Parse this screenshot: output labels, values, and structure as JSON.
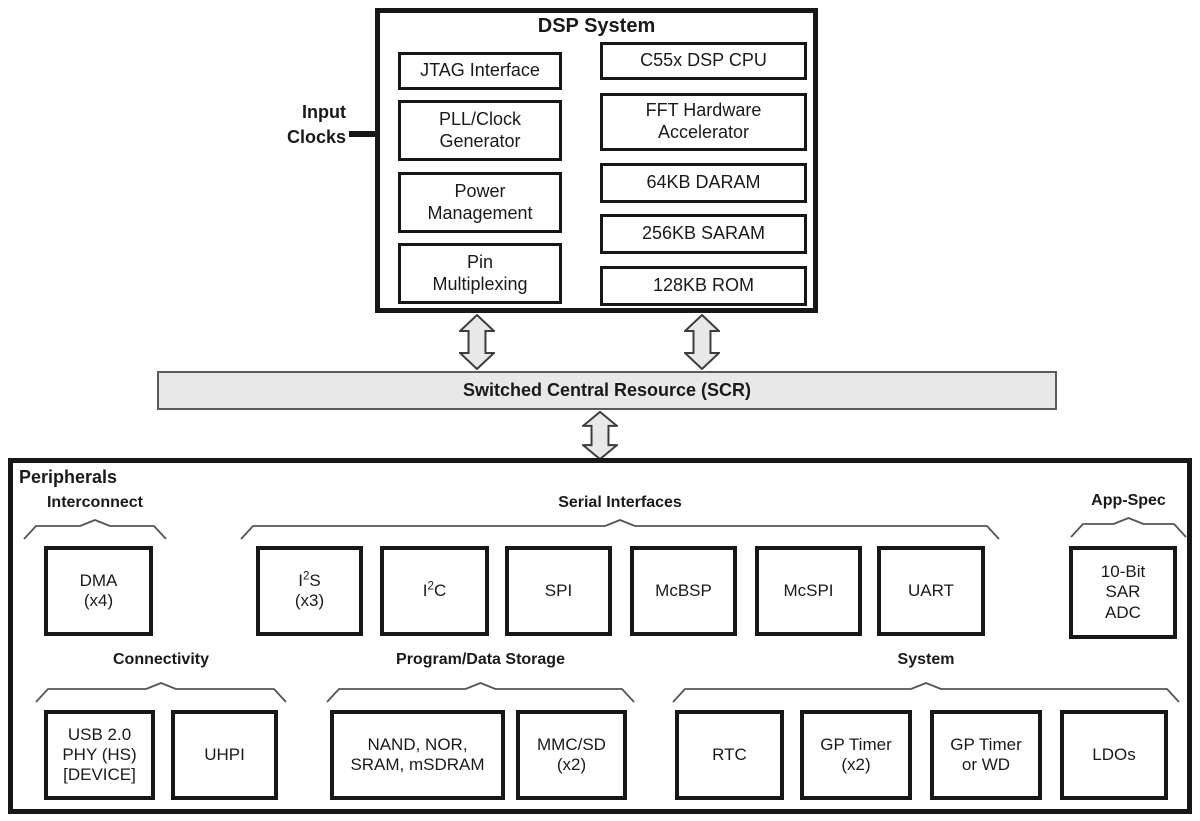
{
  "input_clocks": {
    "label": "Input\nClocks"
  },
  "dsp_system": {
    "title": "DSP System",
    "left_column": [
      {
        "label": "JTAG Interface"
      },
      {
        "label": "PLL/Clock\nGenerator"
      },
      {
        "label": "Power\nManagement"
      },
      {
        "label": "Pin\nMultiplexing"
      }
    ],
    "right_column": [
      {
        "label": "C55x DSP CPU"
      },
      {
        "label": "FFT Hardware\nAccelerator"
      },
      {
        "label": "64KB DARAM"
      },
      {
        "label": "256KB SARAM"
      },
      {
        "label": "128KB ROM"
      }
    ]
  },
  "scr": {
    "label": "Switched Central Resource (SCR)"
  },
  "peripherals": {
    "title": "Peripherals",
    "groups": {
      "interconnect": {
        "label": "Interconnect"
      },
      "serial": {
        "label": "Serial Interfaces"
      },
      "app_spec": {
        "label": "App-Spec"
      },
      "connectivity": {
        "label": "Connectivity"
      },
      "storage": {
        "label": "Program/Data Storage"
      },
      "system": {
        "label": "System"
      }
    },
    "blocks": {
      "dma": "DMA\n(x4)",
      "i2s": {
        "pre": "I",
        "sup": "2",
        "post": "S",
        "line2": "(x3)"
      },
      "i2c": {
        "pre": "I",
        "sup": "2",
        "post": "C"
      },
      "spi": "SPI",
      "mcbsp": "McBSP",
      "mcspi": "McSPI",
      "uart": "UART",
      "adc": "10-Bit\nSAR\nADC",
      "usb": "USB 2.0\nPHY (HS)\n[DEVICE]",
      "uhpi": "UHPI",
      "nand": "NAND, NOR,\nSRAM, mSDRAM",
      "mmcsd": "MMC/SD\n(x2)",
      "rtc": "RTC",
      "gp_timer": "GP Timer\n(x2)",
      "gp_timer_wd": "GP Timer\nor WD",
      "ldos": "LDOs"
    }
  },
  "colors": {
    "line": "#171717",
    "arrow_fill": "#e8e8e8",
    "arrow_stroke": "#3d3d3d",
    "scr_fill": "#e8e8e8",
    "brace_stroke": "#555555"
  }
}
